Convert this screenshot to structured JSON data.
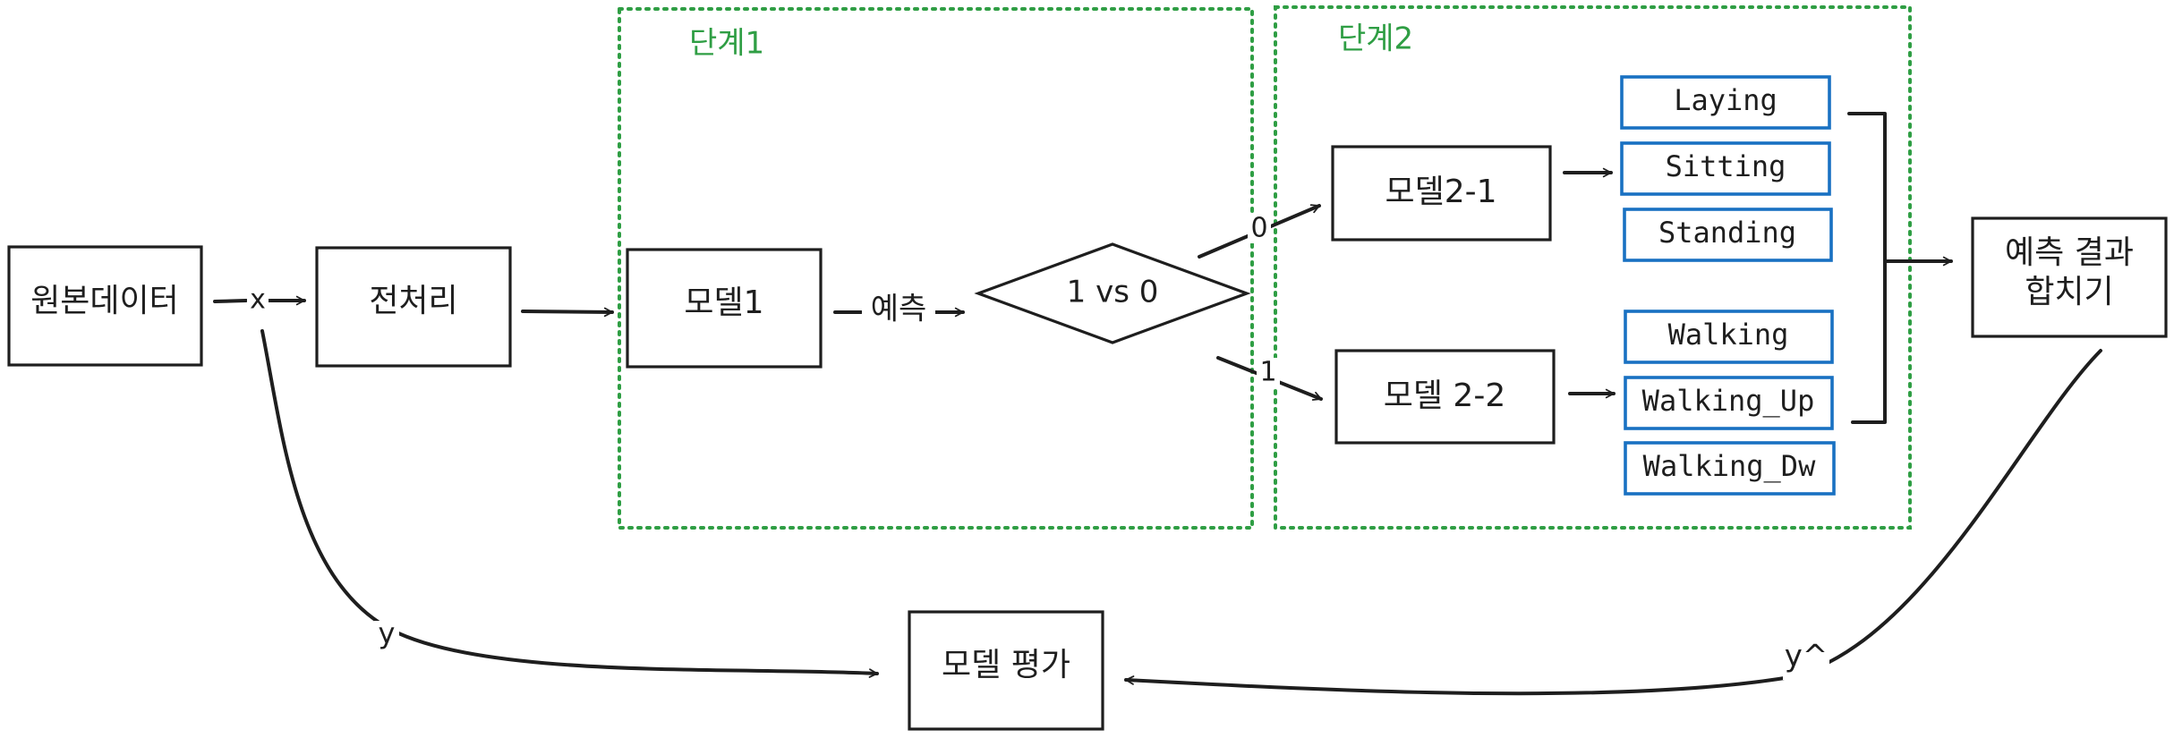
{
  "diagram": {
    "stages": {
      "stage1": "단계1",
      "stage2": "단계2"
    },
    "nodes": {
      "raw_data": "원본데이터",
      "preprocess": "전처리",
      "model1": "모델1",
      "classifier": "1 vs 0",
      "model2_1": "모델2-1",
      "model2_2": "모델 2-2",
      "merge_line1": "예측 결과",
      "merge_line2": "합치기",
      "evaluate": "모델 평가"
    },
    "classes_model2_1": [
      "Laying",
      "Sitting",
      "Standing"
    ],
    "classes_model2_2": [
      "Walking",
      "Walking_Up",
      "Walking_Dw"
    ],
    "edge_labels": {
      "x": "x",
      "predict": "예측",
      "zero": "0",
      "one": "1",
      "y": "y",
      "y_hat": "y^"
    },
    "colors": {
      "stroke": "#1e1e1e",
      "stage_border": "#2f9e44",
      "class_border": "#1971c2"
    }
  }
}
